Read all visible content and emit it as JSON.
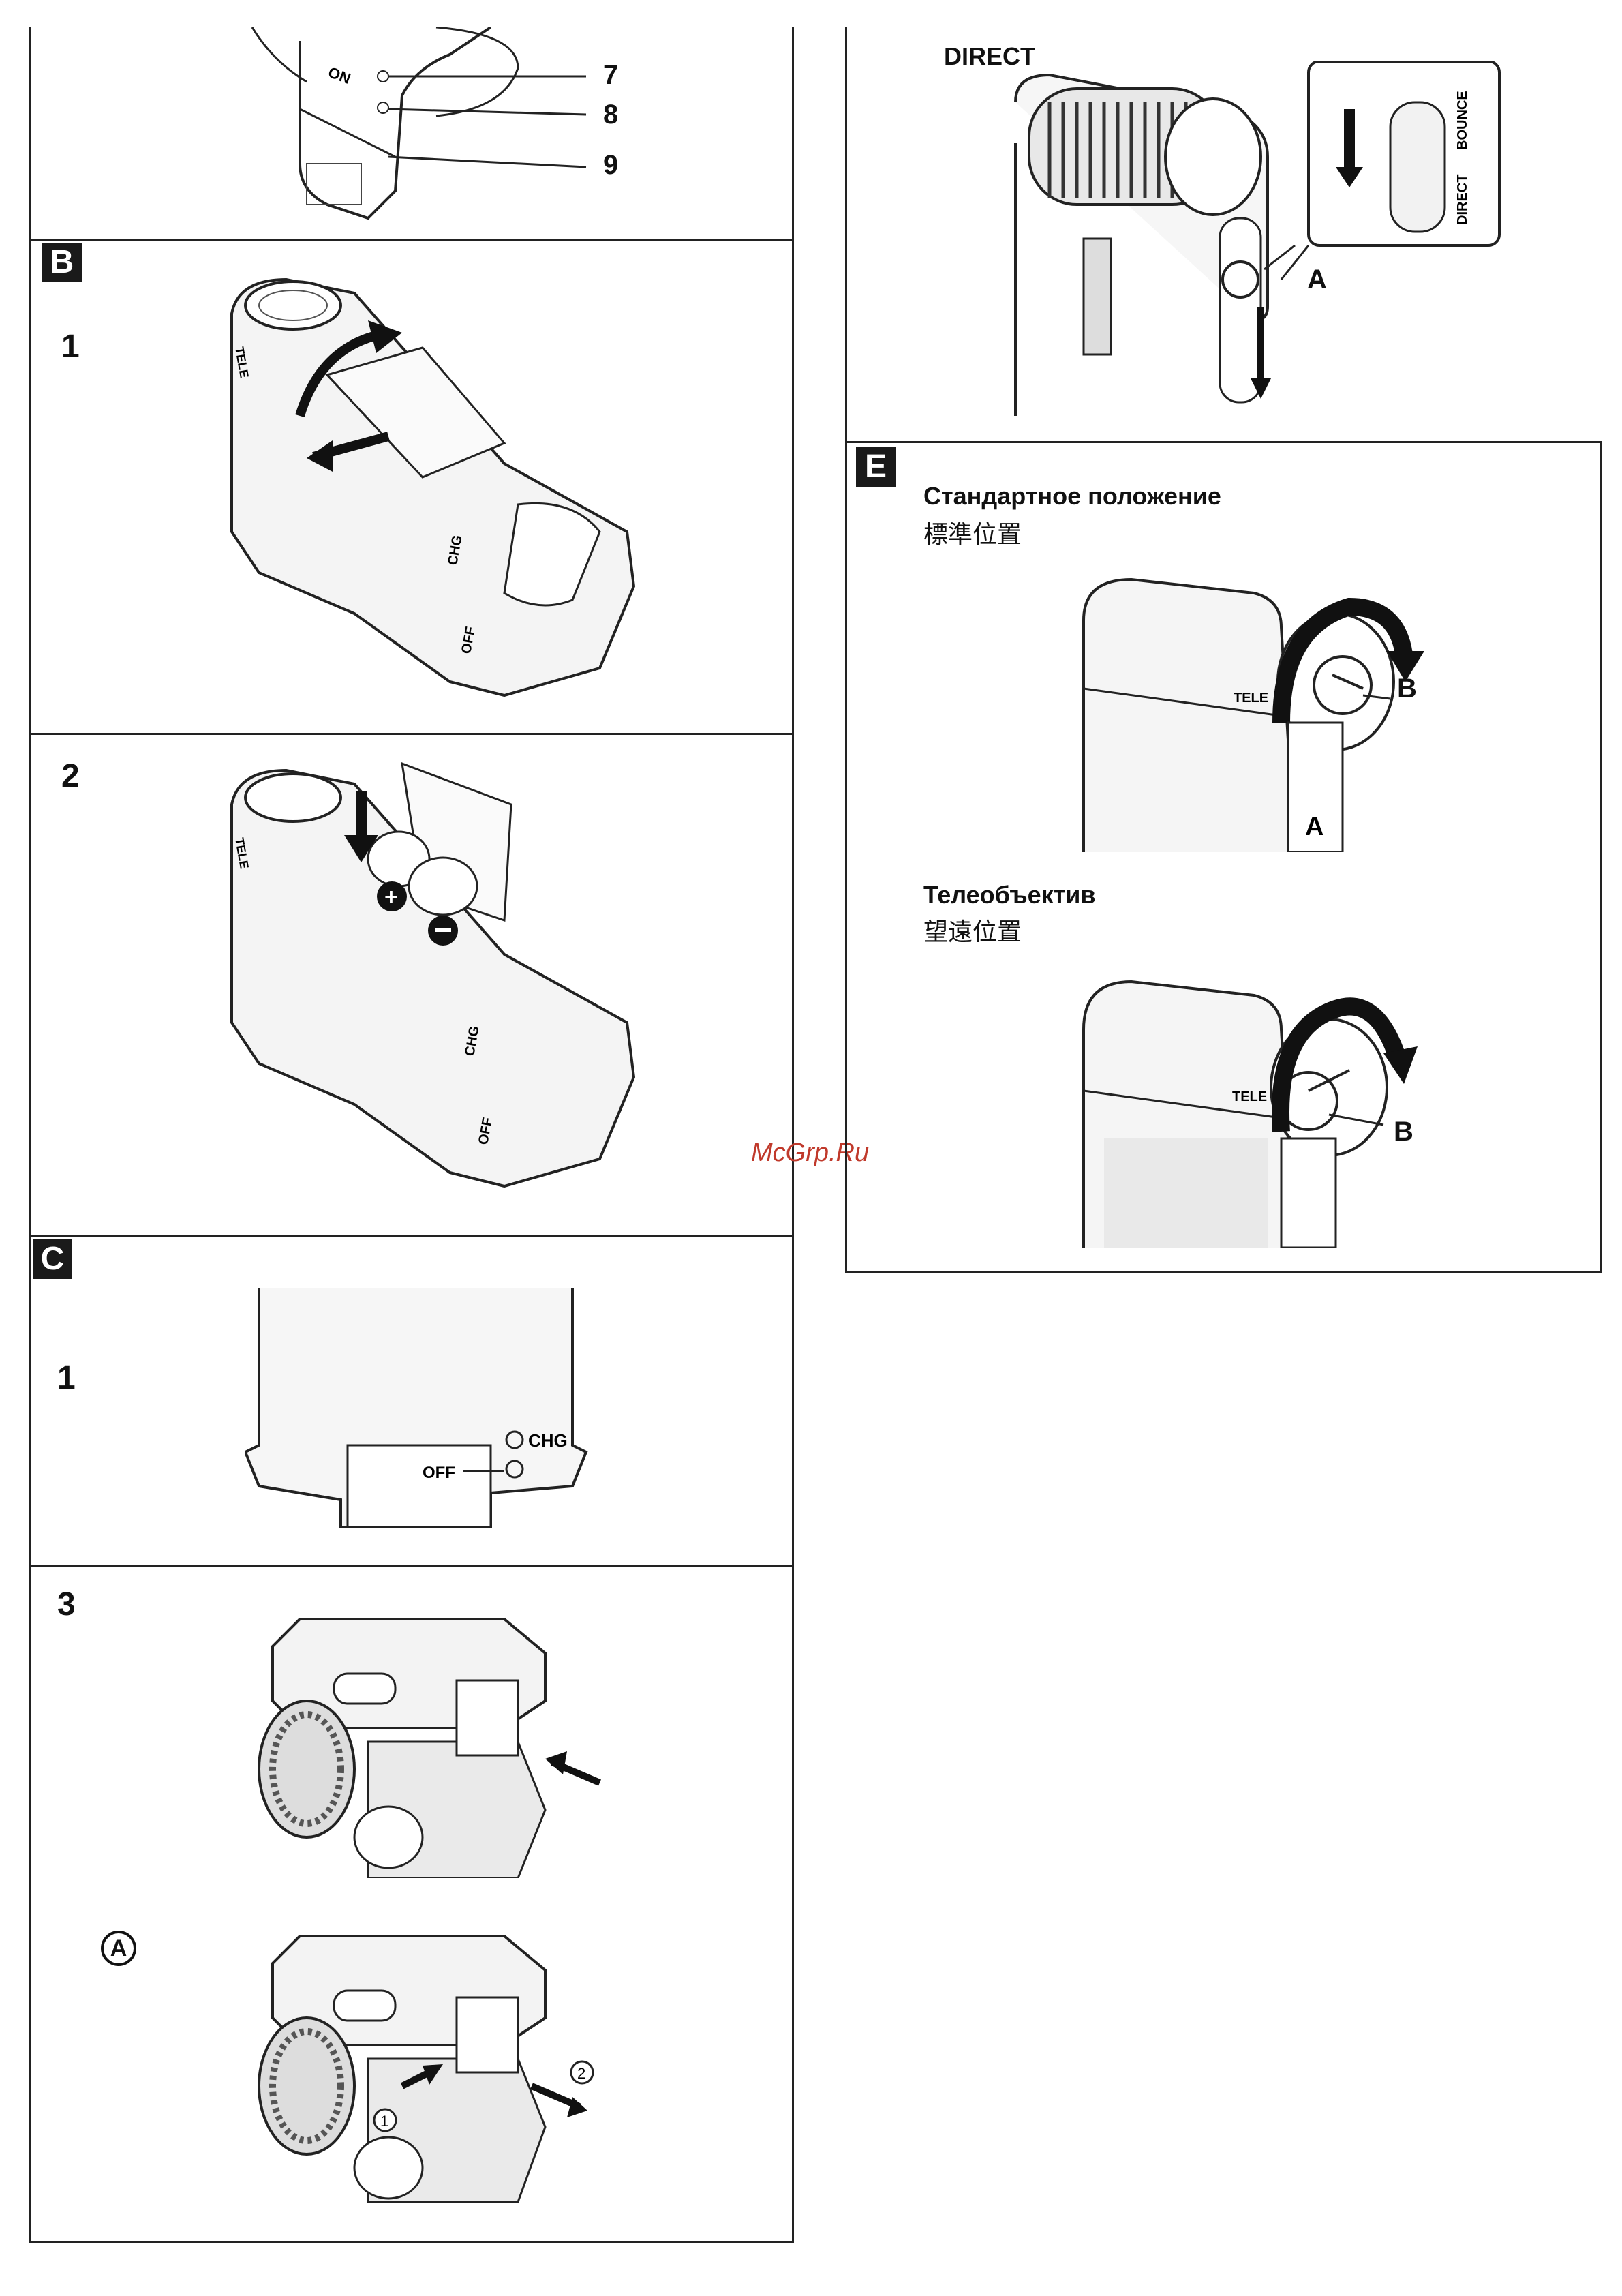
{
  "sections": {
    "B": {
      "badge": "B",
      "steps": [
        "1",
        "2"
      ]
    },
    "C": {
      "badge": "C",
      "steps": [
        "1",
        "3"
      ],
      "sub_marker": "A"
    },
    "E": {
      "badge": "E"
    }
  },
  "top_callouts": [
    "7",
    "8",
    "9"
  ],
  "unit_labels": {
    "on": "ON",
    "chg": "CHG",
    "off": "OFF",
    "tele": "TELE",
    "direct_small": "DIRECT",
    "bounce_small": "BOUNCE"
  },
  "direct_panel": {
    "title": "DIRECT",
    "callout": "A"
  },
  "standard_position": {
    "title_ru": "Стандартное положение",
    "title_cjk": "標準位置",
    "callout": "B",
    "sub_callout": "A"
  },
  "tele_position": {
    "title_ru": "Телеобъектив",
    "title_cjk": "望遠位置",
    "callout": "B"
  },
  "watermark": "McGrp.Ru",
  "circled_numbers": [
    "1",
    "2"
  ]
}
